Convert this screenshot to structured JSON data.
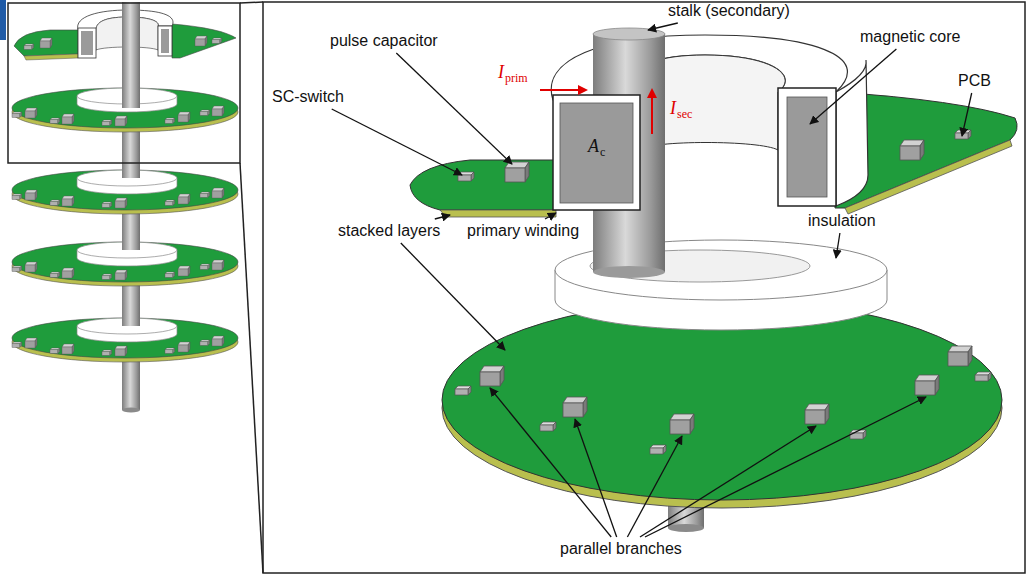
{
  "diagram": {
    "labels": [
      "stalk (secondary)",
      "pulse capacitor",
      "magnetic core",
      "I",
      "prim",
      "SC-switch",
      "PCB",
      "A",
      "c",
      "I",
      "sec",
      "stacked layers",
      "primary winding",
      "insulation",
      "parallel branches"
    ]
  }
}
